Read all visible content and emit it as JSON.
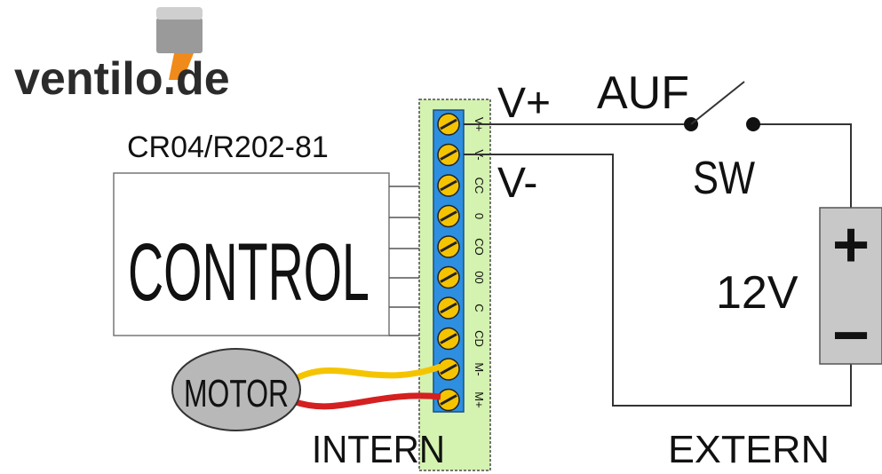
{
  "logo": {
    "text": "ventilo.de",
    "icon": "fan-motor-icon"
  },
  "controller": {
    "model": "CR04/R202-81",
    "label": "CONTROL"
  },
  "terminal_block": {
    "terminals": [
      "V+",
      "V-",
      "CC",
      "0",
      "CO",
      "00",
      "C",
      "CD",
      "M-",
      "M+"
    ]
  },
  "motor": {
    "label": "MOTOR",
    "wire_colors": [
      "#f5c400",
      "#d42020"
    ]
  },
  "supply": {
    "positive_label": "V+",
    "negative_label": "V-",
    "switch_action": "AUF",
    "switch_label": "SW",
    "battery_voltage": "12V",
    "battery_plus": "+",
    "battery_minus": "−"
  },
  "sections": {
    "internal": "INTERN",
    "external": "EXTERN"
  },
  "colors": {
    "terminal_strip_bg": "#d4f2b0",
    "terminal_bar": "#2e8fe0",
    "screw": "#f5c400",
    "battery": "#c8c8c8",
    "motor_fill": "#b8b8b8"
  }
}
